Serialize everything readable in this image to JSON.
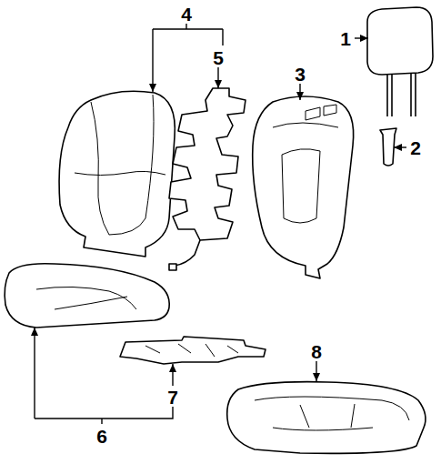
{
  "diagram": {
    "labels": [
      "4",
      "1",
      "5",
      "3",
      "2",
      "8",
      "7",
      "6"
    ]
  }
}
